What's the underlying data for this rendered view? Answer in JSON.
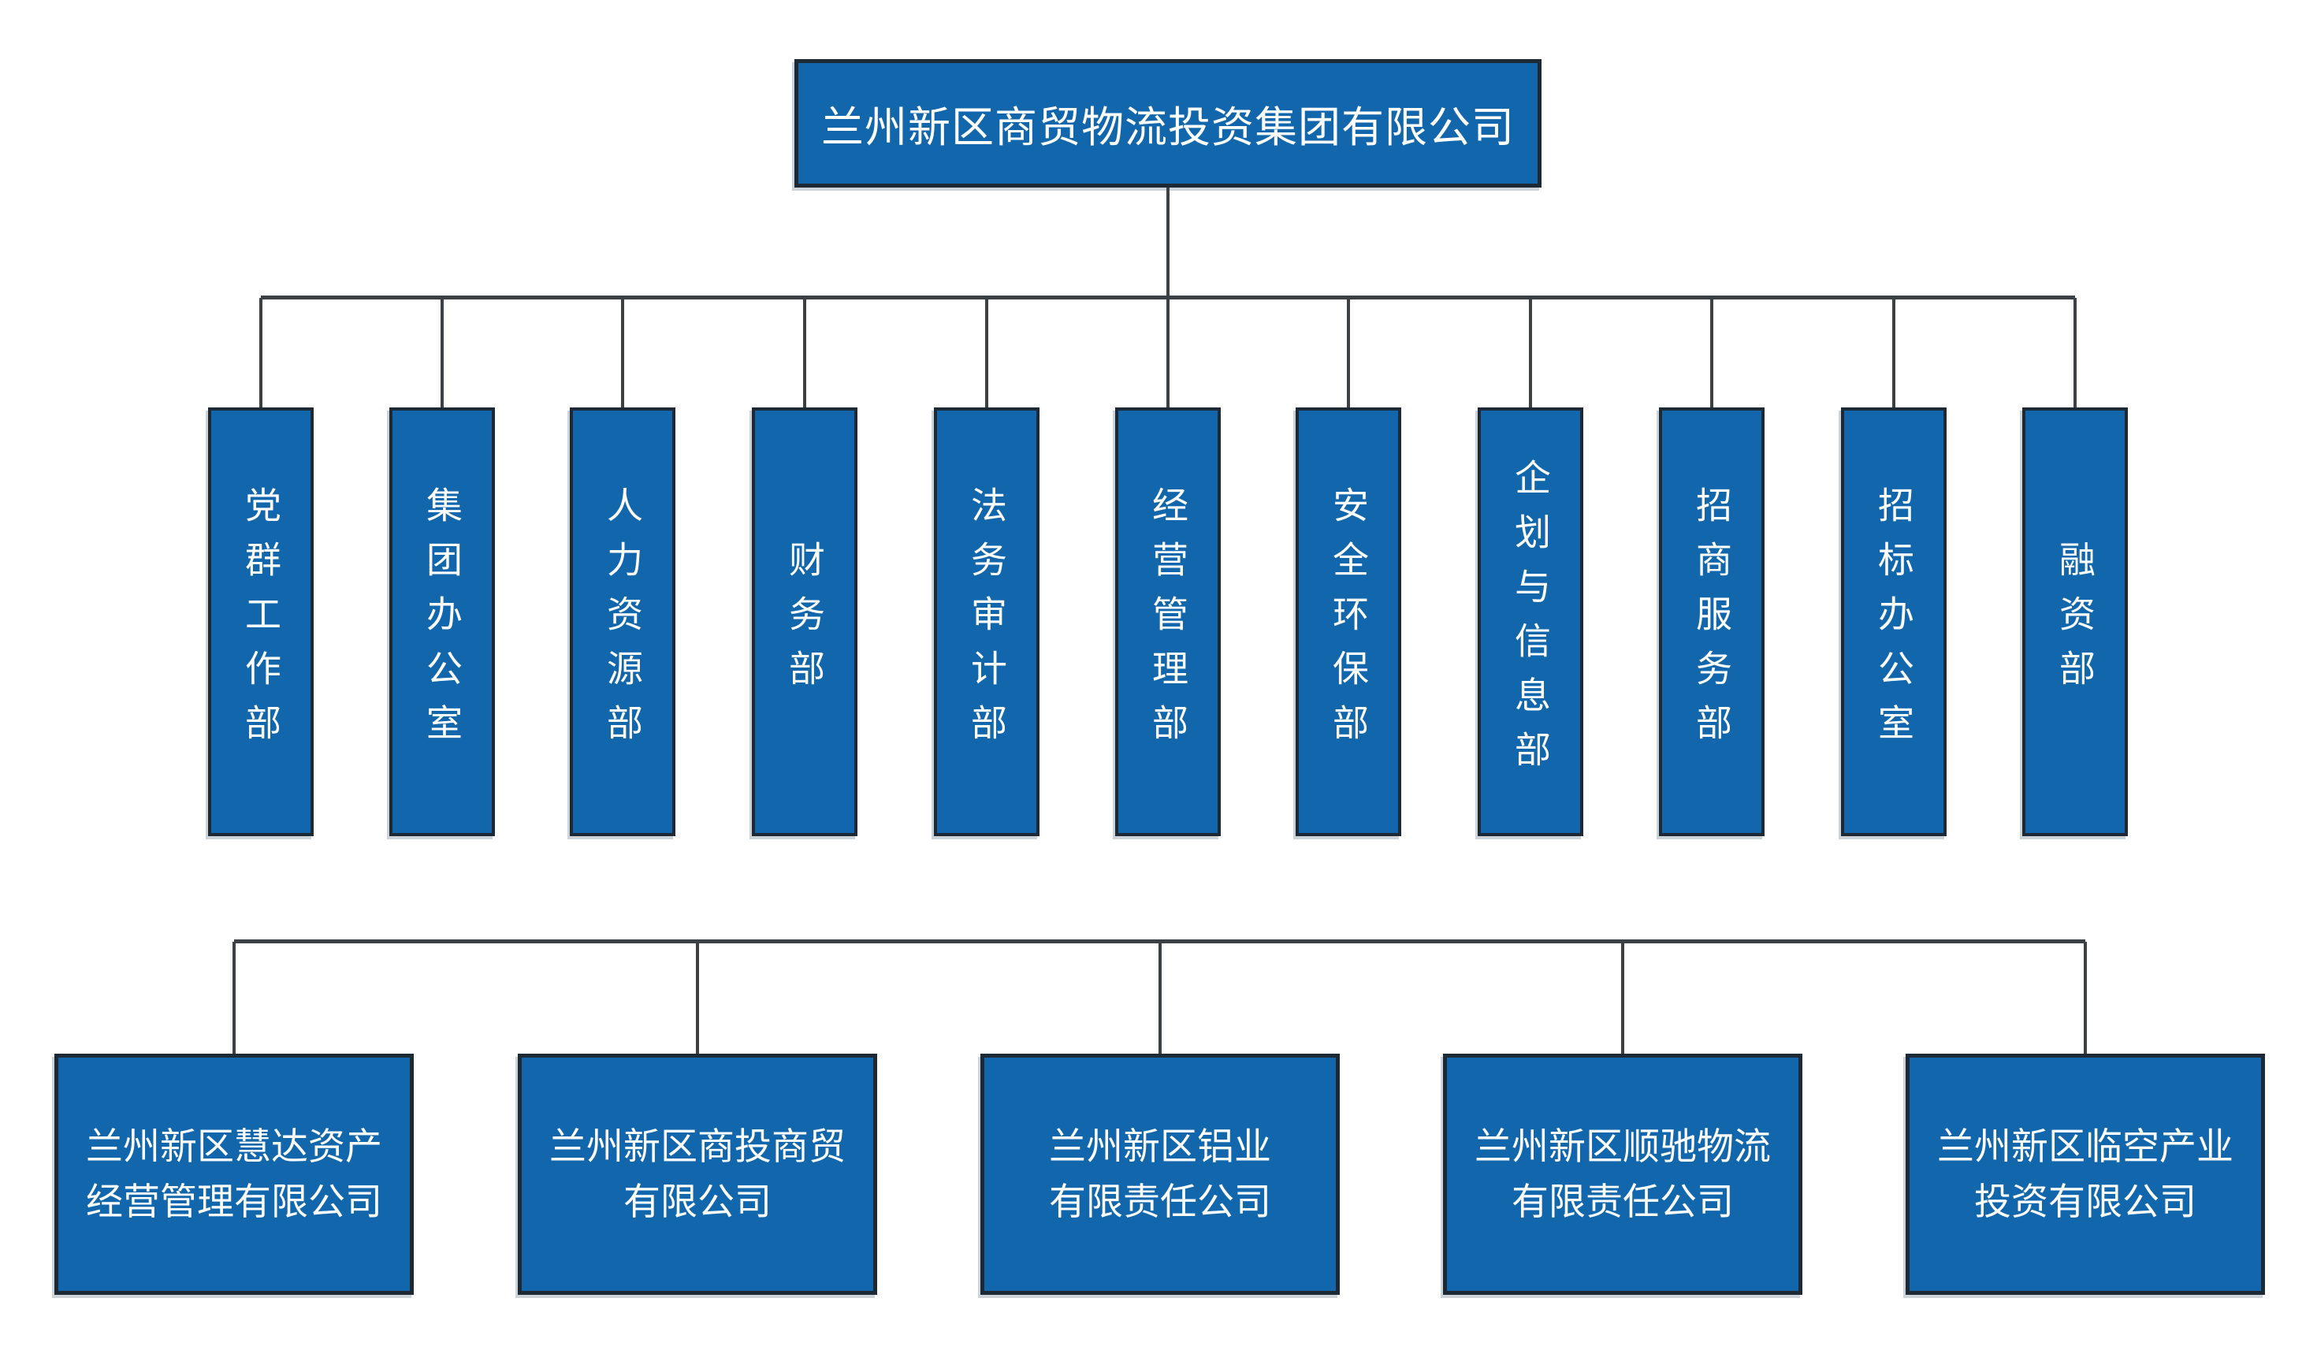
{
  "title": "兰州新区商贸物流投资集团有限公司",
  "theme": {
    "box_fill": "#1267ac",
    "box_border": "#1d2935",
    "line_color": "#3c4146",
    "shadow_color": "#ccd3d9",
    "text_color": "#ffffff",
    "background": "#ffffff"
  },
  "departments": [
    {
      "label": "党群工作部"
    },
    {
      "label": "集团办公室"
    },
    {
      "label": "人力资源部"
    },
    {
      "label": "财务部"
    },
    {
      "label": "法务审计部"
    },
    {
      "label": "经营管理部"
    },
    {
      "label": "安全环保部"
    },
    {
      "label": "企划与信息部"
    },
    {
      "label": "招商服务部"
    },
    {
      "label": "招标办公室"
    },
    {
      "label": "融资部"
    }
  ],
  "subsidiaries": [
    {
      "line1": "兰州新区慧达资产",
      "line2": "经营管理有限公司"
    },
    {
      "line1": "兰州新区商投商贸",
      "line2": "有限公司"
    },
    {
      "line1": "兰州新区铝业",
      "line2": "有限责任公司"
    },
    {
      "line1": "兰州新区顺驰物流",
      "line2": "有限责任公司"
    },
    {
      "line1": "兰州新区临空产业",
      "line2": "投资有限公司"
    }
  ]
}
